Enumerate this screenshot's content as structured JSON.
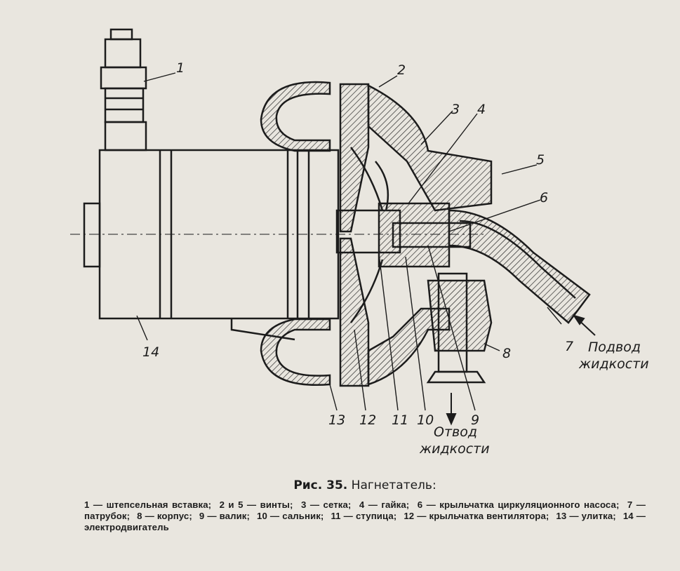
{
  "figure": {
    "labels": {
      "n1": "1",
      "n2": "2",
      "n3": "3",
      "n4": "4",
      "n5": "5",
      "n6": "6",
      "n7": "7",
      "n8": "8",
      "n9": "9",
      "n10": "10",
      "n11": "11",
      "n12": "12",
      "n13": "13",
      "n14": "14"
    },
    "inlet_line1": "Подвод",
    "inlet_line2": "жидкости",
    "outlet_line1": "Отвод",
    "outlet_line2": "жидкости"
  },
  "caption": {
    "fig_no": "Рис. 35.",
    "title": "Нагнетатель:",
    "parts": [
      "1 — штепсельная вставка;",
      "2 и 5 — винты;",
      "3 — сетка;",
      "4 — гайка;",
      "6 — крыльчатка циркуляционного насоса;",
      "7 — патрубок;",
      "8 — корпус;",
      "9 — валик;",
      "10 — сальник;",
      "11 — ступица;",
      "12 — крыльчатка вентилятора;",
      "13 — улитка;",
      "14 — электродвигатель"
    ]
  }
}
